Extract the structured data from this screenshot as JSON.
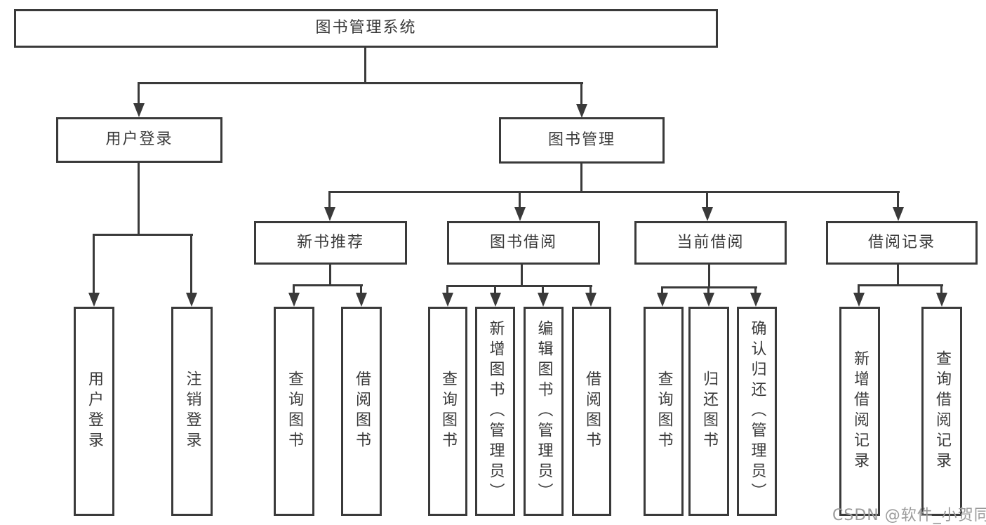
{
  "title": "图书管理系统",
  "watermark": "CSDN @软件_小贺同学",
  "colors": {
    "line": "#3a3a3a",
    "text": "#3a3a3a",
    "box_background": "#ffffff",
    "watermark": "#9b9b9b",
    "background": "#ffffff"
  },
  "nodes": {
    "root": {
      "label": "图书管理系统"
    },
    "user_login": {
      "label": "用户登录"
    },
    "book_mgmt": {
      "label": "图书管理"
    },
    "new_book_rec": {
      "label": "新书推荐"
    },
    "book_borrow": {
      "label": "图书借阅"
    },
    "current_borrow": {
      "label": "当前借阅"
    },
    "borrow_record": {
      "label": "借阅记录"
    },
    "ul_login": {
      "label": "用户登录"
    },
    "ul_logout": {
      "label": "注销登录"
    },
    "nbr_query": {
      "label": "查询图书"
    },
    "nbr_borrow": {
      "label": "借阅图书"
    },
    "bb_query": {
      "label": "查询图书"
    },
    "bb_add": {
      "label": "新增图书（管理员）"
    },
    "bb_edit": {
      "label": "编辑图书（管理员）"
    },
    "bb_borrow": {
      "label": "借阅图书"
    },
    "cb_query": {
      "label": "查询图书"
    },
    "cb_return": {
      "label": "归还图书"
    },
    "cb_confirm": {
      "label": "确认归还（管理员）"
    },
    "br_add": {
      "label": "新增借阅记录"
    },
    "br_query": {
      "label": "查询借阅记录"
    }
  },
  "tree": {
    "root": [
      "user_login",
      "book_mgmt"
    ],
    "user_login": [
      "ul_login",
      "ul_logout"
    ],
    "book_mgmt": [
      "new_book_rec",
      "book_borrow",
      "current_borrow",
      "borrow_record"
    ],
    "new_book_rec": [
      "nbr_query",
      "nbr_borrow"
    ],
    "book_borrow": [
      "bb_query",
      "bb_add",
      "bb_edit",
      "bb_borrow"
    ],
    "current_borrow": [
      "cb_query",
      "cb_return",
      "cb_confirm"
    ],
    "borrow_record": [
      "br_add",
      "br_query"
    ]
  }
}
